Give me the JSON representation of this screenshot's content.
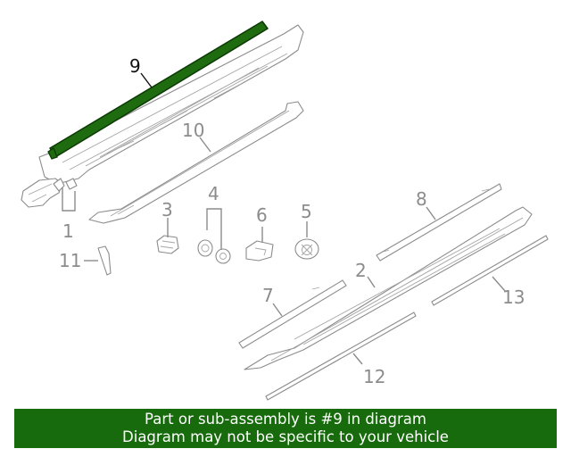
{
  "diagram": {
    "callouts": [
      {
        "id": "9",
        "text": "9",
        "highlighted": true
      },
      {
        "id": "10",
        "text": "10"
      },
      {
        "id": "1",
        "text": "1"
      },
      {
        "id": "3",
        "text": "3"
      },
      {
        "id": "4",
        "text": "4"
      },
      {
        "id": "6",
        "text": "6"
      },
      {
        "id": "5",
        "text": "5"
      },
      {
        "id": "8",
        "text": "8"
      },
      {
        "id": "11",
        "text": "11"
      },
      {
        "id": "2",
        "text": "2"
      },
      {
        "id": "7",
        "text": "7"
      },
      {
        "id": "13",
        "text": "13"
      },
      {
        "id": "12",
        "text": "12"
      }
    ],
    "highlight_color": "#1e6b10",
    "line_color": "#8c8c8c"
  },
  "banner": {
    "line1": "Part or sub-assembly is #9 in diagram",
    "line2": "Diagram may not be specific to your vehicle",
    "background": "#176b0c"
  }
}
